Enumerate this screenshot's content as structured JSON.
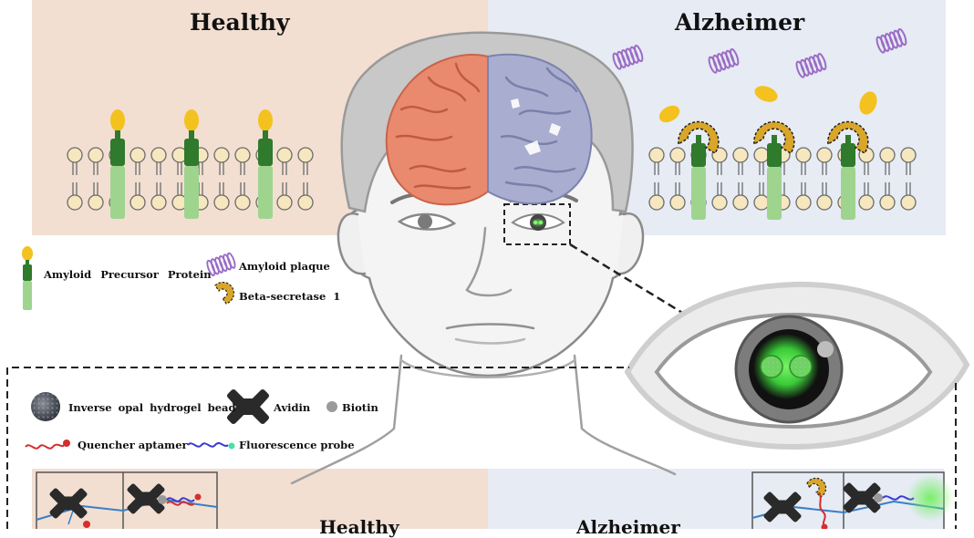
{
  "titles": {
    "healthy": "Healthy",
    "alzheimer": "Alzheimer"
  },
  "legend_top": {
    "app": "Amyloid Precursor Protein",
    "plaque": "Amyloid plaque",
    "bace": "Beta-secretase 1"
  },
  "legend_bottom": {
    "bead": "Inverse opal hydrogel bead",
    "avidin": "Avidin",
    "biotin": "Biotin",
    "quencher": "Quencher aptamer",
    "probe": "Fluorescence probe"
  },
  "bottom_titles": {
    "healthy": "Healthy",
    "alzheimer": "Alzheimer"
  },
  "colors": {
    "healthy_bg": "#f2dfd2",
    "alzheimer_bg": "#e6ebf4",
    "app_dark": "#2f7a2c",
    "app_light": "#9fd48f",
    "app_head": "#f3c21f",
    "lipid": "#f6e7bf",
    "plaque": "#9b6cc6",
    "bace": "#d9a62a",
    "brain_healthy": "#e98a6e",
    "brain_ad": "#a9aed0",
    "glow": "#54e24c"
  }
}
